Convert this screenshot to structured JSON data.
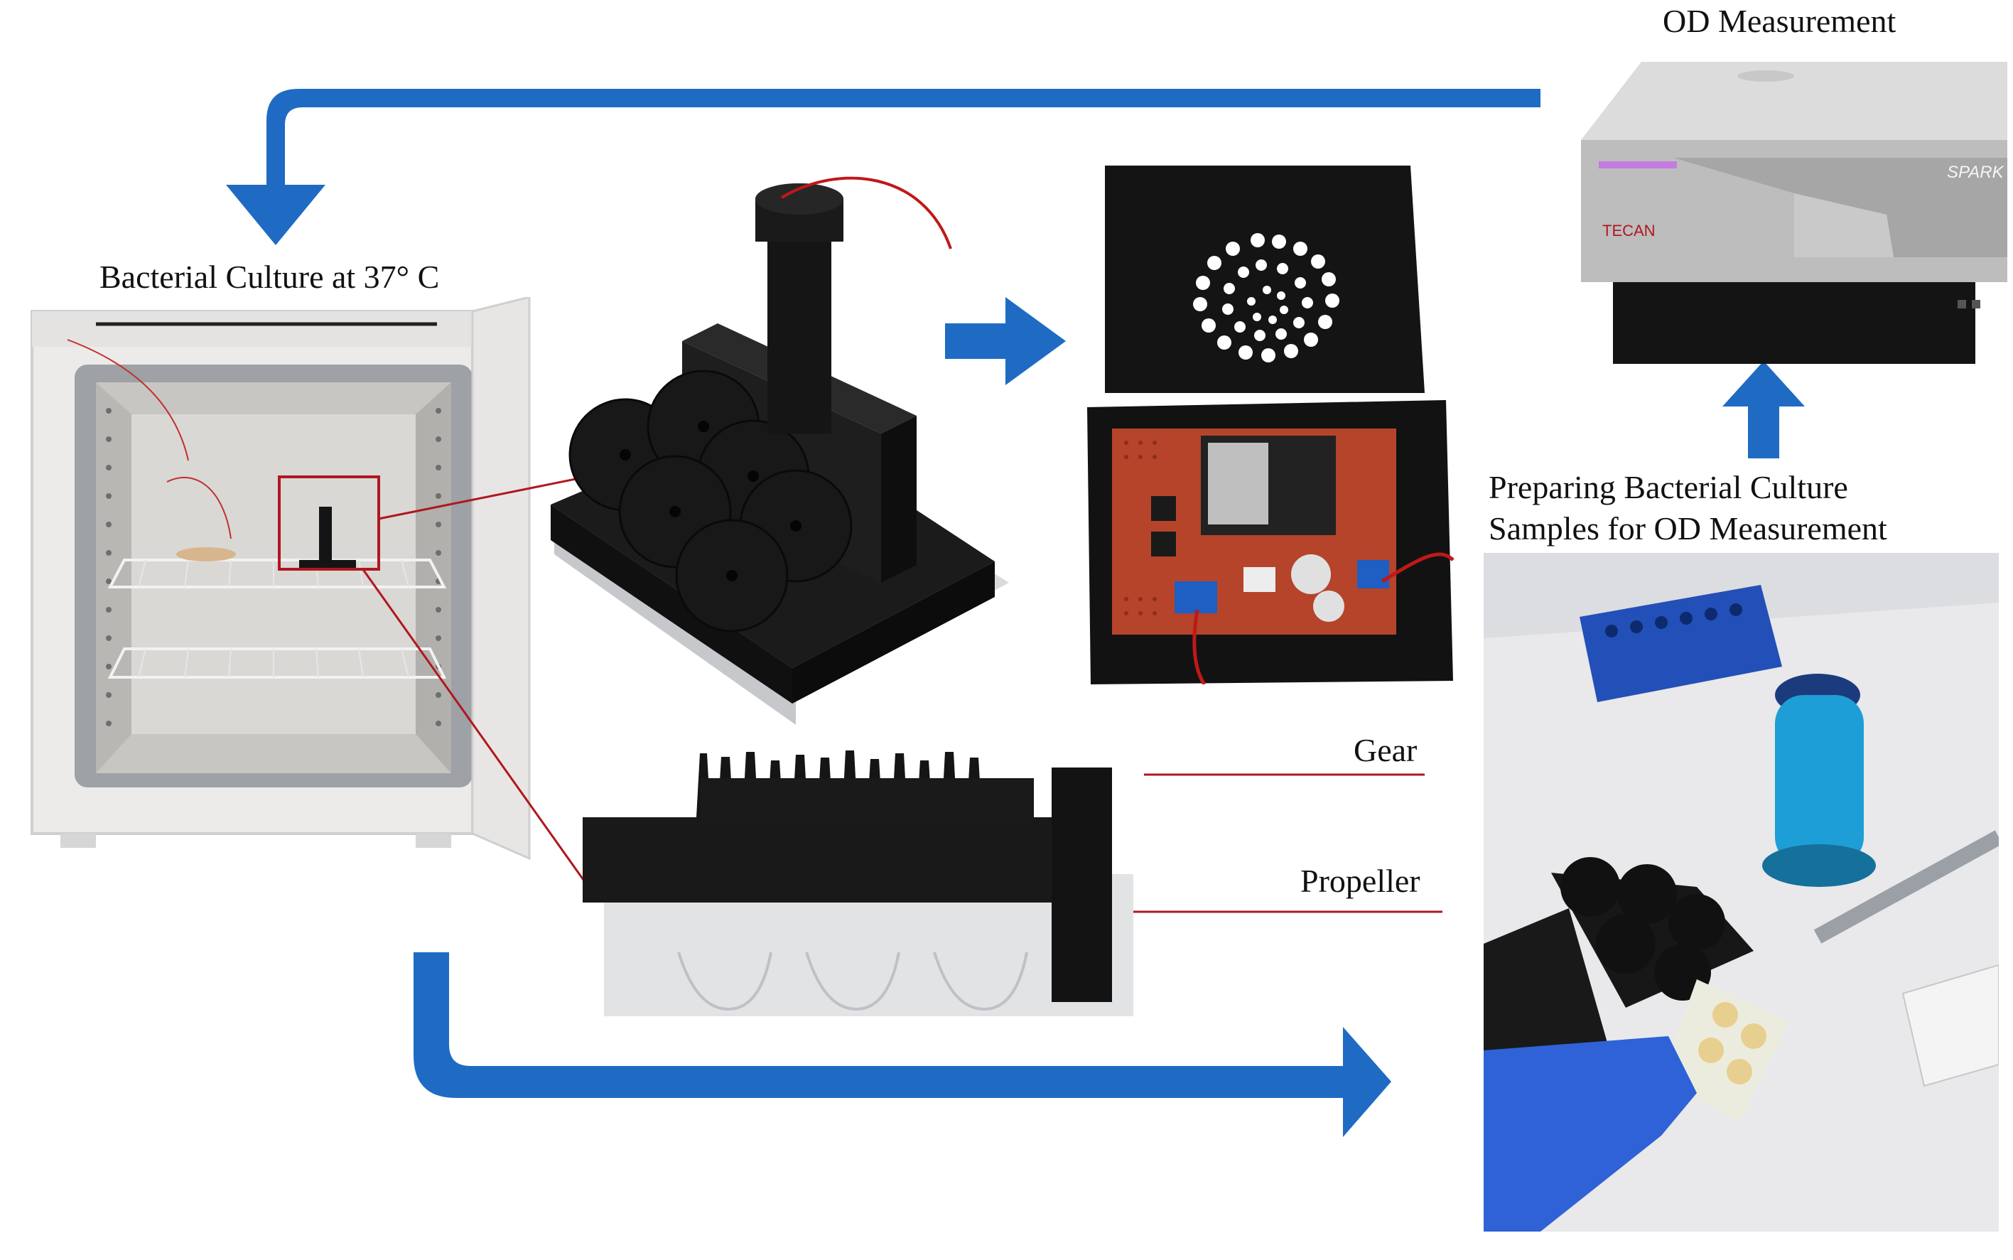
{
  "labels": {
    "od_measurement": "OD Measurement",
    "bacterial_culture": "Bacterial Culture at 37° C",
    "preparing_line1": "Preparing Bacterial Culture",
    "preparing_line2": "Samples for OD Measurement",
    "gear": "Gear",
    "propeller": "Propeller"
  },
  "device_text": {
    "brand": "TECAN",
    "model": "SPARK"
  },
  "colors": {
    "arrow_blue": "#1f6bc4",
    "callout_red": "#b0171f",
    "printed_black": "#141414",
    "pcb_red": "#b5442a",
    "glove_blue": "#2f62d6",
    "rack_blue": "#2250b8",
    "burner_cyan": "#1e9ed6"
  }
}
